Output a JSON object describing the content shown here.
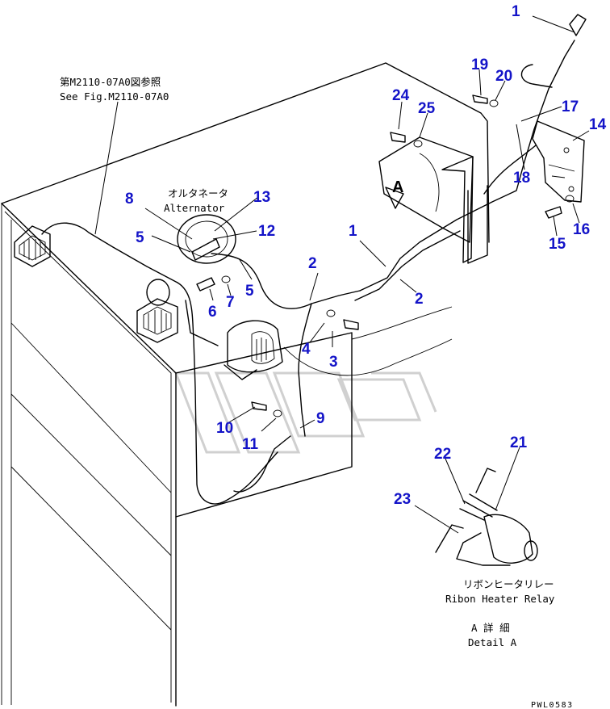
{
  "notes": {
    "reference_jp": "第M2110-07A0図参照",
    "reference_en": "See Fig.M2110-07A0",
    "alternator_jp": "オルタネータ",
    "alternator_en": "Alternator",
    "relay_jp": "リボンヒータリレー",
    "relay_en": "Ribon Heater Relay",
    "detail_jp": "A 詳 細",
    "detail_en": "Detail A",
    "detail_marker": "A",
    "drawing_code": "PWL0583"
  },
  "callouts": [
    "1",
    "1",
    "2",
    "2",
    "3",
    "4",
    "5",
    "5",
    "6",
    "7",
    "8",
    "9",
    "10",
    "11",
    "12",
    "13",
    "14",
    "15",
    "16",
    "17",
    "18",
    "19",
    "20",
    "21",
    "22",
    "23",
    "24",
    "25"
  ],
  "colors": {
    "callout": "#1414c8",
    "line": "#000000",
    "watermark": "#d0d0d0"
  }
}
